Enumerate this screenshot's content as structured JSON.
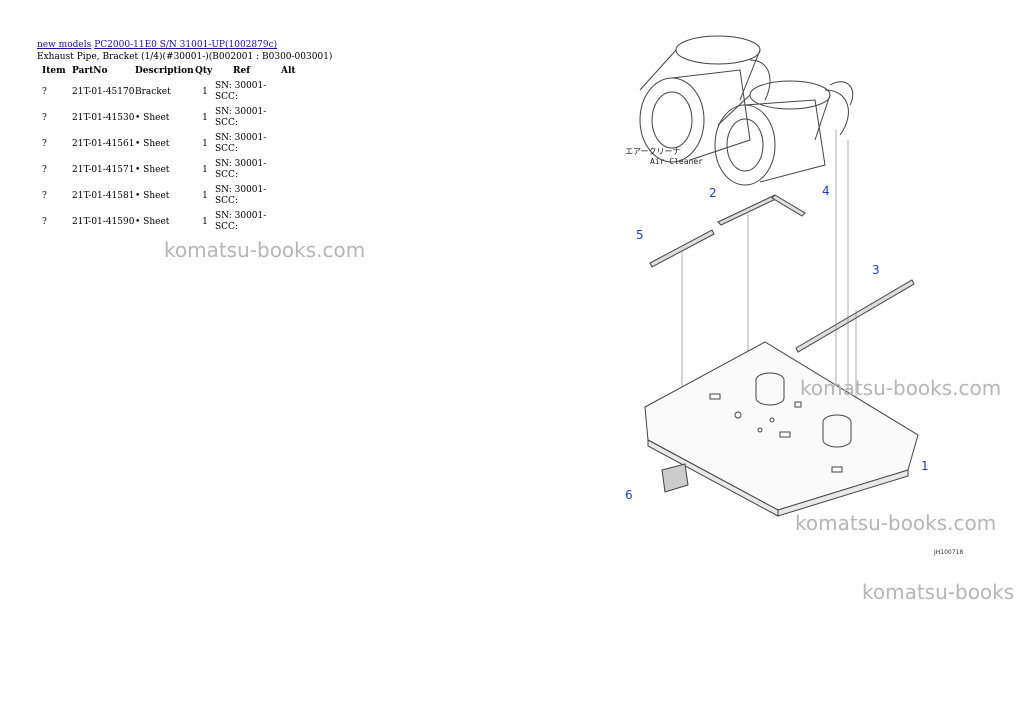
{
  "breadcrumb": {
    "link1": "new models",
    "link2": "PC2000-11E0 S/N 31001-UP(1002879c)"
  },
  "subtitle": "Exhaust Pipe, Bracket (1/4)(#30001-)(B002001 : B0300-003001)",
  "table": {
    "headers": [
      "Item",
      "PartNo",
      "Description",
      "Qty",
      "Ref",
      "Alt"
    ],
    "rows": [
      {
        "item": "?",
        "part": "21T-01-45170",
        "desc": "Bracket",
        "qty": "1",
        "ref": "SN: 30001-SCC:",
        "alt": ""
      },
      {
        "item": "?",
        "part": "21T-01-41530",
        "desc": "• Sheet",
        "qty": "1",
        "ref": "SN: 30001-SCC:",
        "alt": ""
      },
      {
        "item": "?",
        "part": "21T-01-41561",
        "desc": "• Sheet",
        "qty": "1",
        "ref": "SN: 30001-SCC:",
        "alt": ""
      },
      {
        "item": "?",
        "part": "21T-01-41571",
        "desc": "• Sheet",
        "qty": "1",
        "ref": "SN: 30001-SCC:",
        "alt": ""
      },
      {
        "item": "?",
        "part": "21T-01-41581",
        "desc": "• Sheet",
        "qty": "1",
        "ref": "SN: 30001-SCC:",
        "alt": ""
      },
      {
        "item": "?",
        "part": "21T-01-41590",
        "desc": "• Sheet",
        "qty": "1",
        "ref": "SN: 30001-SCC:",
        "alt": ""
      }
    ]
  },
  "watermark": "komatsu-books.com",
  "watermark_cut": "komatsu-books",
  "diagram": {
    "air_cleaner_jp": "エアークリーナ",
    "air_cleaner_en": "Air Cleaner",
    "callouts": [
      "1",
      "2",
      "3",
      "4",
      "5",
      "6"
    ],
    "code": "JH100718"
  },
  "colors": {
    "link": "#1a0dab",
    "callout": "#1f3fbf",
    "watermark": "#b6b6b6"
  }
}
